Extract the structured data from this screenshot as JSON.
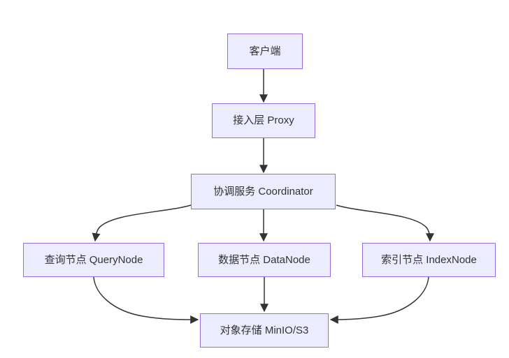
{
  "diagram": {
    "type": "flowchart-top-down",
    "background_color": "#ffffff",
    "node_fill_color": "#ECECFF",
    "node_border_color": "#9370DB",
    "edge_color": "#333333",
    "text_color": "#333333",
    "nodes": {
      "client": {
        "id": "client",
        "label": "客户端"
      },
      "proxy": {
        "id": "proxy",
        "label": "接入层 Proxy"
      },
      "coordinator": {
        "id": "coordinator",
        "label": "协调服务 Coordinator"
      },
      "query_node": {
        "id": "query_node",
        "label": "查询节点 QueryNode"
      },
      "data_node": {
        "id": "data_node",
        "label": "数据节点 DataNode"
      },
      "index_node": {
        "id": "index_node",
        "label": "索引节点 IndexNode"
      },
      "storage": {
        "id": "storage",
        "label": "对象存储 MinIO/S3"
      }
    },
    "edges": [
      {
        "from": "client",
        "to": "proxy",
        "style": "arrow"
      },
      {
        "from": "proxy",
        "to": "coordinator",
        "style": "arrow"
      },
      {
        "from": "coordinator",
        "to": "query_node",
        "style": "arrow"
      },
      {
        "from": "coordinator",
        "to": "data_node",
        "style": "arrow"
      },
      {
        "from": "coordinator",
        "to": "index_node",
        "style": "arrow"
      },
      {
        "from": "query_node",
        "to": "storage",
        "style": "arrow"
      },
      {
        "from": "data_node",
        "to": "storage",
        "style": "arrow"
      },
      {
        "from": "index_node",
        "to": "storage",
        "style": "arrow"
      }
    ]
  }
}
